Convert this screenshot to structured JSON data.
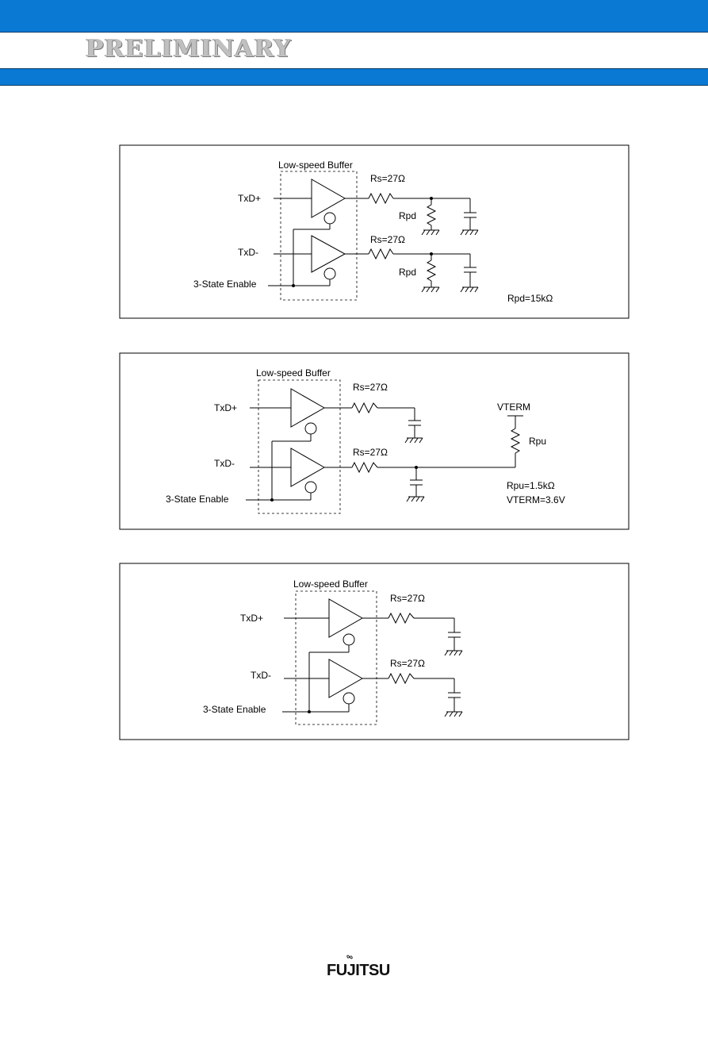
{
  "header": {
    "watermark": "PRELIMINARY",
    "top_bar_color": "#0a79d4"
  },
  "diagrams": [
    {
      "buffer_label": "Low-speed Buffer",
      "input_plus": "TxD+",
      "input_minus": "TxD-",
      "enable": "3-State Enable",
      "rs_plus": "Rs=27Ω",
      "rs_minus": "Rs=27Ω",
      "rpd_plus": "Rpd",
      "rpd_minus": "Rpd",
      "note": "Rpd=15kΩ"
    },
    {
      "buffer_label": "Low-speed Buffer",
      "input_plus": "TxD+",
      "input_minus": "TxD-",
      "enable": "3-State Enable",
      "rs_plus": "Rs=27Ω",
      "rs_minus": "Rs=27Ω",
      "vterm": "VTERM",
      "rpu": "Rpu",
      "note1": "Rpu=1.5kΩ",
      "note2": "VTERM=3.6V"
    },
    {
      "buffer_label": "Low-speed Buffer",
      "input_plus": "TxD+",
      "input_minus": "TxD-",
      "enable": "3-State Enable",
      "rs_plus": "Rs=27Ω",
      "rs_minus": "Rs=27Ω"
    }
  ],
  "footer": {
    "logo": "FUJITSU"
  }
}
